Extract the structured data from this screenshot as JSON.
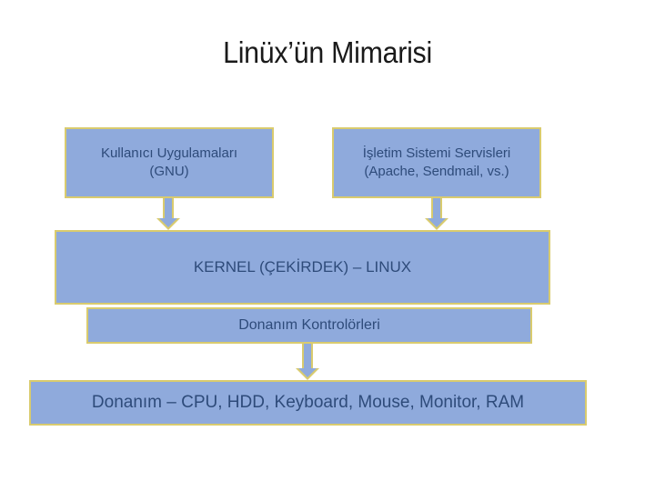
{
  "slide": {
    "title": "Linüx’ün Mimarisi",
    "background_color": "#FFFFFF",
    "title_color": "#1A1A1A"
  },
  "style": {
    "box_fill": "#8FAADC",
    "box_border": "#D9CB6E",
    "box_text_color": "#2E4B7A",
    "arrow_fill": "#8FAADC",
    "arrow_border": "#D9CB6E"
  },
  "diagram": {
    "type": "layered-architecture",
    "layers": [
      {
        "level": 1,
        "boxes": [
          {
            "id": "user-applications",
            "label": "Kullanıcı Uygulamaları\n(GNU)"
          },
          {
            "id": "os-services",
            "label": "İşletim Sistemi Servisleri\n(Apache, Sendmail, vs.)"
          }
        ]
      },
      {
        "level": 2,
        "boxes": [
          {
            "id": "kernel",
            "label": "KERNEL (ÇEKİRDEK) – LINUX"
          }
        ]
      },
      {
        "level": 3,
        "boxes": [
          {
            "id": "hardware-controllers",
            "label": "Donanım Kontrolörleri"
          }
        ]
      },
      {
        "level": 4,
        "boxes": [
          {
            "id": "hardware",
            "label": "Donanım – CPU, HDD, Keyboard, Mouse, Monitor, RAM"
          }
        ]
      }
    ],
    "connectors": [
      {
        "id": "user-to-kernel",
        "from": "user-applications",
        "to": "kernel",
        "icon": "down-arrow-icon"
      },
      {
        "id": "services-to-kernel",
        "from": "os-services",
        "to": "kernel",
        "icon": "down-arrow-icon"
      },
      {
        "id": "drivers-to-hardware",
        "from": "hardware-controllers",
        "to": "hardware",
        "icon": "down-arrow-icon"
      }
    ]
  }
}
